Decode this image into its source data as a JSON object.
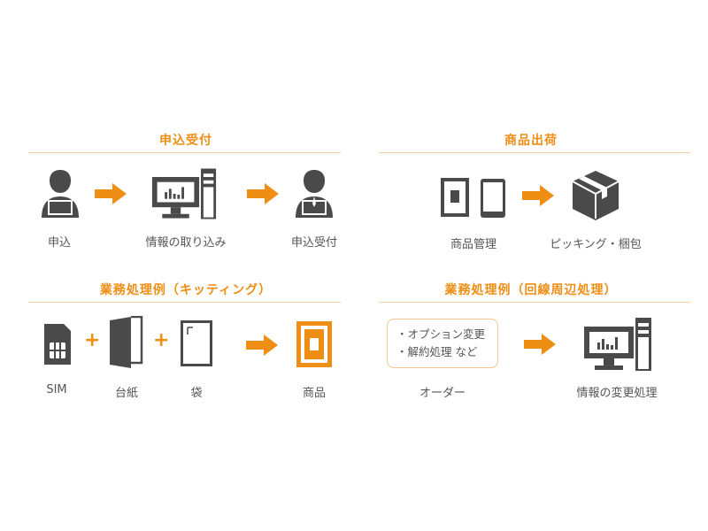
{
  "sections": [
    {
      "title": "申込受付",
      "labels": [
        "申込",
        "情報の取り込み",
        "申込受付"
      ]
    },
    {
      "title": "商品出荷",
      "labels": [
        "商品管理",
        "ピッキング・梱包"
      ]
    },
    {
      "title": "業務処理例（キッティング）",
      "labels": [
        "SIM",
        "台紙",
        "袋",
        "商品"
      ],
      "plus": "+"
    },
    {
      "title": "業務処理例（回線周辺処理）",
      "labels": [
        "オーダー",
        "情報の変更処理"
      ],
      "order_items": [
        "・オプション変更",
        "・解約処理 など"
      ]
    }
  ],
  "colors": {
    "accent": "#ee8e14",
    "icon": "#4a4a4a"
  }
}
